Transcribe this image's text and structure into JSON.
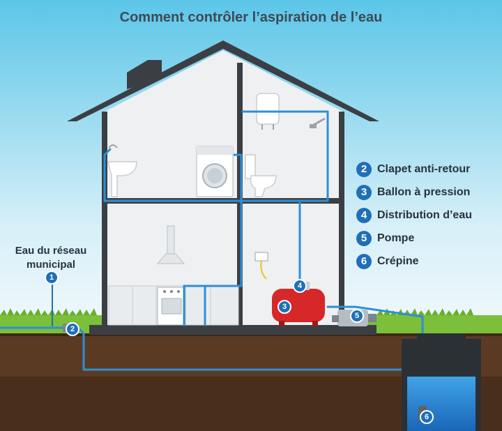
{
  "title": "Comment contrôler l’aspiration de l’eau",
  "source_label_line1": "Eau du réseau",
  "source_label_line2": "municipal",
  "markers": [
    {
      "number": "1"
    },
    {
      "number": "2"
    },
    {
      "number": "3"
    },
    {
      "number": "4"
    },
    {
      "number": "5"
    },
    {
      "number": "6"
    }
  ],
  "legend": [
    {
      "number": "2",
      "label": "Clapet anti-retour"
    },
    {
      "number": "3",
      "label": "Ballon à pression"
    },
    {
      "number": "4",
      "label": "Distribution d’eau"
    },
    {
      "number": "5",
      "label": "Pompe"
    },
    {
      "number": "6",
      "label": "Crépine"
    }
  ],
  "colors": {
    "sky_top": "#5cc6e8",
    "sky_bottom": "#e9f6fb",
    "grass": "#7cbf3a",
    "soil": "#5b3a24",
    "house_outline": "#3b3f44",
    "pipe": "#2d8fd6",
    "tank": "#d62828",
    "water": "#1f7fd0",
    "badge": "#1f6fb8"
  }
}
